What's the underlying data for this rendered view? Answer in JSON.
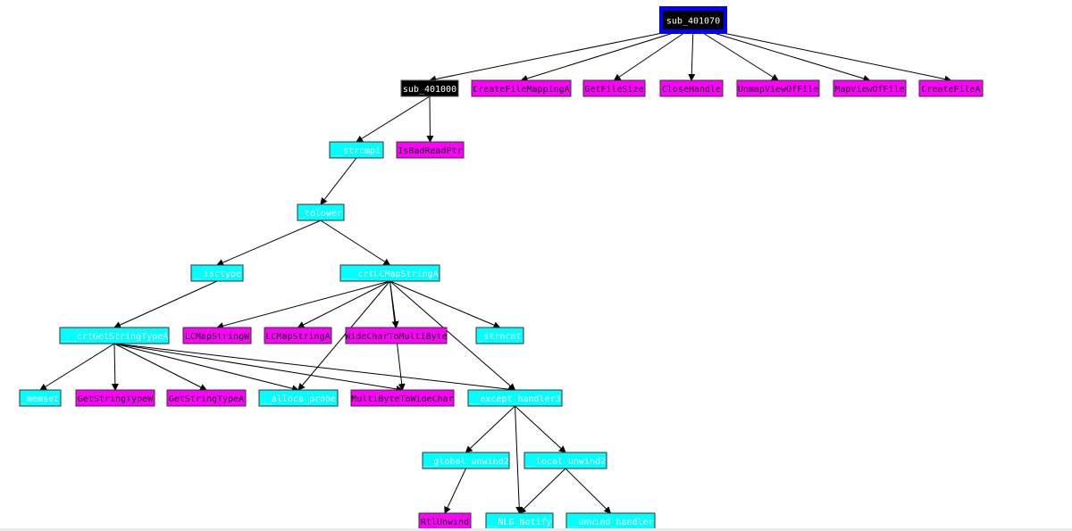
{
  "graph": {
    "title": "Call graph of sub_401070",
    "colors": {
      "root_fill": "#000000",
      "root_frame": "#0000ff",
      "root_text": "#ffffff",
      "internal_fill": "#00ffff",
      "internal_text": "#ffffff",
      "import_fill": "#ff00ff",
      "import_text": "#000000",
      "edge": "#000000"
    },
    "nodes": [
      {
        "id": "sub_401070",
        "label": "sub_401070",
        "kind": "root"
      },
      {
        "id": "sub_401000",
        "label": "sub_401000",
        "kind": "sub"
      },
      {
        "id": "CreateFileMappingA",
        "label": "CreateFileMappingA",
        "kind": "import"
      },
      {
        "id": "GetFileSize",
        "label": "GetFileSize",
        "kind": "import"
      },
      {
        "id": "CloseHandle",
        "label": "CloseHandle",
        "kind": "import"
      },
      {
        "id": "UnmapViewOfFile",
        "label": "UnmapViewOfFile",
        "kind": "import"
      },
      {
        "id": "MapViewOfFile",
        "label": "MapViewOfFile",
        "kind": "import"
      },
      {
        "id": "CreateFileA",
        "label": "CreateFileA",
        "kind": "import"
      },
      {
        "id": "__strcmpi",
        "label": "__strcmpi",
        "kind": "lib"
      },
      {
        "id": "IsBadReadPtr",
        "label": "IsBadReadPtr",
        "kind": "import"
      },
      {
        "id": "_tolower",
        "label": "_tolower",
        "kind": "lib"
      },
      {
        "id": "__isctype",
        "label": "__isctype",
        "kind": "lib"
      },
      {
        "id": "___crtLCMapStringA",
        "label": "___crtLCMapStringA",
        "kind": "lib"
      },
      {
        "id": "___crtGetStringTypeA",
        "label": "___crtGetStringTypeA",
        "kind": "lib"
      },
      {
        "id": "LCMapStringW",
        "label": "LCMapStringW",
        "kind": "import"
      },
      {
        "id": "LCMapStringA",
        "label": "LCMapStringA",
        "kind": "import"
      },
      {
        "id": "WideCharToMultiByte",
        "label": "WideCharToMultiByte",
        "kind": "import"
      },
      {
        "id": "_strncnt",
        "label": "_strncnt",
        "kind": "lib"
      },
      {
        "id": "_memset",
        "label": "_memset",
        "kind": "lib"
      },
      {
        "id": "GetStringTypeW",
        "label": "GetStringTypeW",
        "kind": "import"
      },
      {
        "id": "GetStringTypeA",
        "label": "GetStringTypeA",
        "kind": "import"
      },
      {
        "id": "__alloca_probe",
        "label": "__alloca_probe",
        "kind": "lib"
      },
      {
        "id": "MultiByteToWideChar",
        "label": "MultiByteToWideChar",
        "kind": "import"
      },
      {
        "id": "__except_handler3",
        "label": "__except_handler3",
        "kind": "lib"
      },
      {
        "id": "__global_unwind2",
        "label": "__global_unwind2",
        "kind": "lib"
      },
      {
        "id": "__local_unwind2",
        "label": "__local_unwind2",
        "kind": "lib"
      },
      {
        "id": "RtlUnwind",
        "label": "RtlUnwind",
        "kind": "import"
      },
      {
        "id": "__NLG_Notify",
        "label": "__NLG_Notify",
        "kind": "lib"
      },
      {
        "id": "__unwind_handler",
        "label": "__unwind_handler",
        "kind": "lib"
      }
    ],
    "edges": [
      {
        "from": "sub_401070",
        "to": "sub_401000"
      },
      {
        "from": "sub_401070",
        "to": "CreateFileMappingA"
      },
      {
        "from": "sub_401070",
        "to": "GetFileSize"
      },
      {
        "from": "sub_401070",
        "to": "CloseHandle"
      },
      {
        "from": "sub_401070",
        "to": "UnmapViewOfFile"
      },
      {
        "from": "sub_401070",
        "to": "MapViewOfFile"
      },
      {
        "from": "sub_401070",
        "to": "CreateFileA"
      },
      {
        "from": "sub_401000",
        "to": "__strcmpi"
      },
      {
        "from": "sub_401000",
        "to": "IsBadReadPtr"
      },
      {
        "from": "__strcmpi",
        "to": "_tolower"
      },
      {
        "from": "_tolower",
        "to": "__isctype"
      },
      {
        "from": "_tolower",
        "to": "___crtLCMapStringA"
      },
      {
        "from": "__isctype",
        "to": "___crtGetStringTypeA"
      },
      {
        "from": "___crtLCMapStringA",
        "to": "LCMapStringW"
      },
      {
        "from": "___crtLCMapStringA",
        "to": "LCMapStringA"
      },
      {
        "from": "___crtLCMapStringA",
        "to": "WideCharToMultiByte"
      },
      {
        "from": "___crtLCMapStringA",
        "to": "_strncnt"
      },
      {
        "from": "___crtLCMapStringA",
        "to": "__alloca_probe"
      },
      {
        "from": "___crtLCMapStringA",
        "to": "MultiByteToWideChar"
      },
      {
        "from": "___crtLCMapStringA",
        "to": "__except_handler3"
      },
      {
        "from": "___crtGetStringTypeA",
        "to": "_memset"
      },
      {
        "from": "___crtGetStringTypeA",
        "to": "GetStringTypeW"
      },
      {
        "from": "___crtGetStringTypeA",
        "to": "GetStringTypeA"
      },
      {
        "from": "___crtGetStringTypeA",
        "to": "__alloca_probe"
      },
      {
        "from": "___crtGetStringTypeA",
        "to": "MultiByteToWideChar"
      },
      {
        "from": "___crtGetStringTypeA",
        "to": "__except_handler3"
      },
      {
        "from": "__except_handler3",
        "to": "__global_unwind2"
      },
      {
        "from": "__except_handler3",
        "to": "__local_unwind2"
      },
      {
        "from": "__except_handler3",
        "to": "__NLG_Notify"
      },
      {
        "from": "__global_unwind2",
        "to": "RtlUnwind"
      },
      {
        "from": "__local_unwind2",
        "to": "__NLG_Notify"
      },
      {
        "from": "__local_unwind2",
        "to": "__unwind_handler"
      }
    ]
  }
}
